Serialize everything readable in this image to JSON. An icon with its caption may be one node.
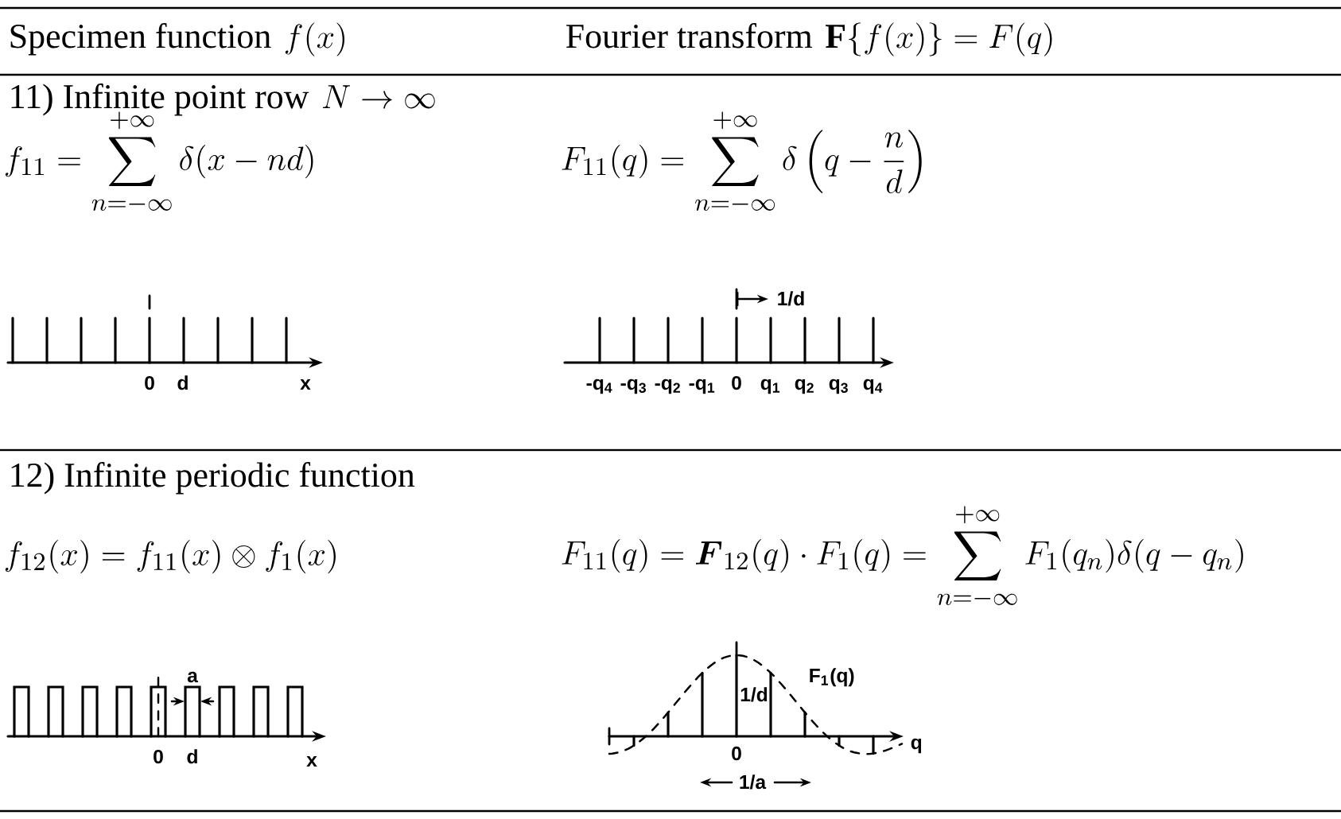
{
  "diagram": {
    "labels": [
      "Specimen function",
      "f(x)",
      "Fourier transform",
      "\\mathbf{F}\\{f(x)\\} = F(q)",
      "11) Infinite point row",
      "N \\rightarrow \\infty",
      "f_{11} = \\sum_{n=-\\infty}^{+\\infty} \\delta(x - nd)",
      "F_{11}(q) = \\sum_{n=-\\infty}^{+\\infty} \\delta\\left(q - \\frac{n}{d}\\right)",
      "0",
      "d",
      "x",
      "1/d",
      "-q$_{4}$",
      "-q$_{3}$",
      "-q$_{2}$",
      "-q$_{1}$",
      "0",
      "q$_{1}$",
      "q$_{2}$",
      "q$_{3}$",
      "q$_{4}$",
      "12) Infinite periodic function",
      "f_{12}(x) = f_{11}(x) \\otimes f_{1}(x)",
      "F_{11}(q) = \\boldsymbol{F}_{12}(q) \\cdot F_{1}(q) = \\sum_{n=-\\infty}^{+\\infty} F_{1}(q_{n}) \\delta(q - q_{n})",
      "a",
      "0",
      "d",
      "x",
      "F$_{1}$(q)",
      "1/d",
      "0",
      "q",
      "1/a"
    ]
  }
}
